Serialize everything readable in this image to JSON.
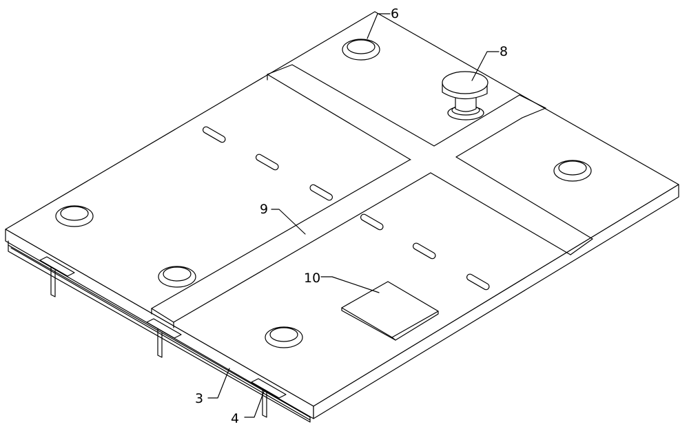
{
  "figure": {
    "labels": {
      "part_3": "3",
      "part_4": "4",
      "part_6": "6",
      "part_8": "8",
      "part_9": "9",
      "part_10": "10"
    }
  }
}
